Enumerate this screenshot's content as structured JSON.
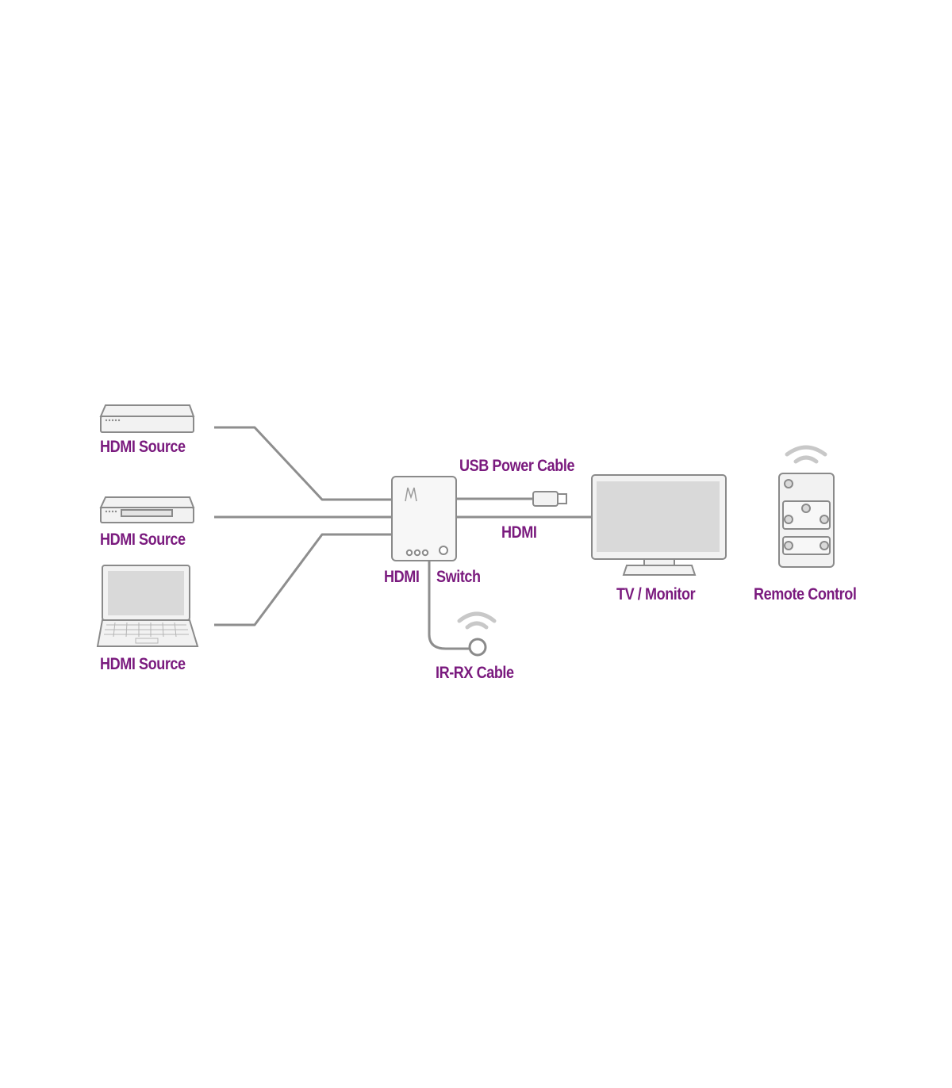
{
  "colors": {
    "label": "#7a1a7e",
    "line": "#8e8e8e",
    "device_fill": "#f2f2f2",
    "device_stroke": "#8a8a8a",
    "screen": "#d9d9d9",
    "wave": "#c8c8c8"
  },
  "labels": {
    "source1": "HDMI Source",
    "source2": "HDMI Source",
    "source3": "HDMI Source",
    "usb_power": "USB Power Cable",
    "hdmi_out": "HDMI",
    "switch_left": "HDMI",
    "switch_right": "Switch",
    "ir_rx": "IR-RX Cable",
    "tv": "TV / Monitor",
    "remote": "Remote Control"
  },
  "icons": {
    "source1": "set-top-box-icon",
    "source2": "dvd-player-icon",
    "source3": "laptop-icon",
    "switch": "hdmi-switch-icon",
    "usb_plug": "usb-plug-icon",
    "ir_receiver": "ir-receiver-icon",
    "tv": "monitor-icon",
    "remote": "remote-control-icon"
  }
}
